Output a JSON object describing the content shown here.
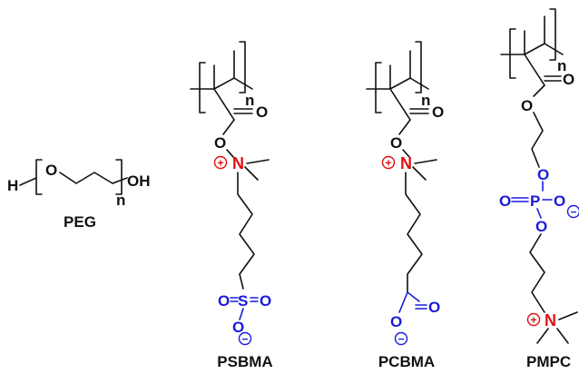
{
  "peg": {
    "h": "H",
    "o": "O",
    "oh": "OH",
    "n": "n",
    "name": "PEG"
  },
  "psbma": {
    "n": "n",
    "o_carbonyl": "O",
    "o_ester": "O",
    "n_atom": "N",
    "o_s1": "O",
    "s": "S",
    "o_s2": "O",
    "o_minus": "O",
    "name": "PSBMA"
  },
  "pcbma": {
    "n": "n",
    "o_carbonyl": "O",
    "o_ester": "O",
    "n_atom": "N",
    "o_c": "O",
    "o_minus": "O",
    "name": "PCBMA"
  },
  "pmpc": {
    "n": "n",
    "o_carbonyl": "O",
    "o_ester": "O",
    "o_p_top": "O",
    "o_p_left": "O",
    "p": "P",
    "o_p_right": "O",
    "o_p_bottom": "O",
    "n_atom": "N",
    "name": "PMPC"
  },
  "colors": {
    "bond": "#111111",
    "cation": "#e01010",
    "anion": "#1a1adf"
  }
}
